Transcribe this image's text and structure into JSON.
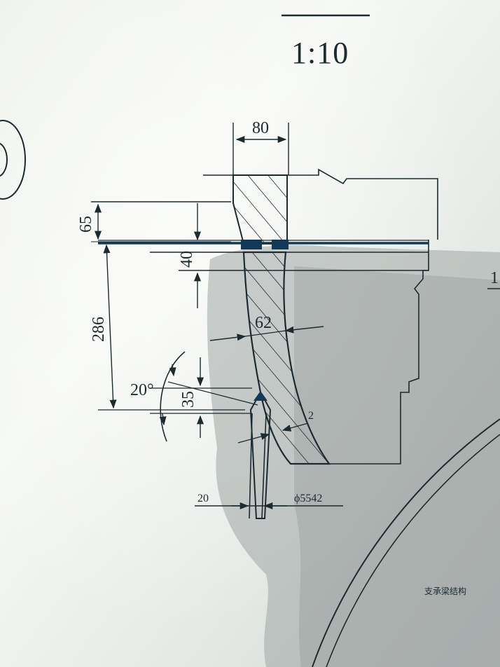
{
  "drawing": {
    "scale": "1:10",
    "dimensions": {
      "top_width": "80",
      "upper_offset": "65",
      "plate_step": "40",
      "overall_height": "286",
      "plate_thickness": "62",
      "bevel_angle": "20°",
      "bevel_height": "35",
      "small_thickness": "2",
      "base_width": "20",
      "diameter": "ϕ5542"
    },
    "notes": {
      "right_margin_mark": "1",
      "lower_right_caption": "支承梁结构"
    }
  },
  "colors": {
    "paper_light": "#f4f6f2",
    "paper_mid": "#d9ddd9",
    "shadow": "#9aa0a0",
    "ink": "#1d2a30",
    "ink_blue": "#123a57"
  }
}
